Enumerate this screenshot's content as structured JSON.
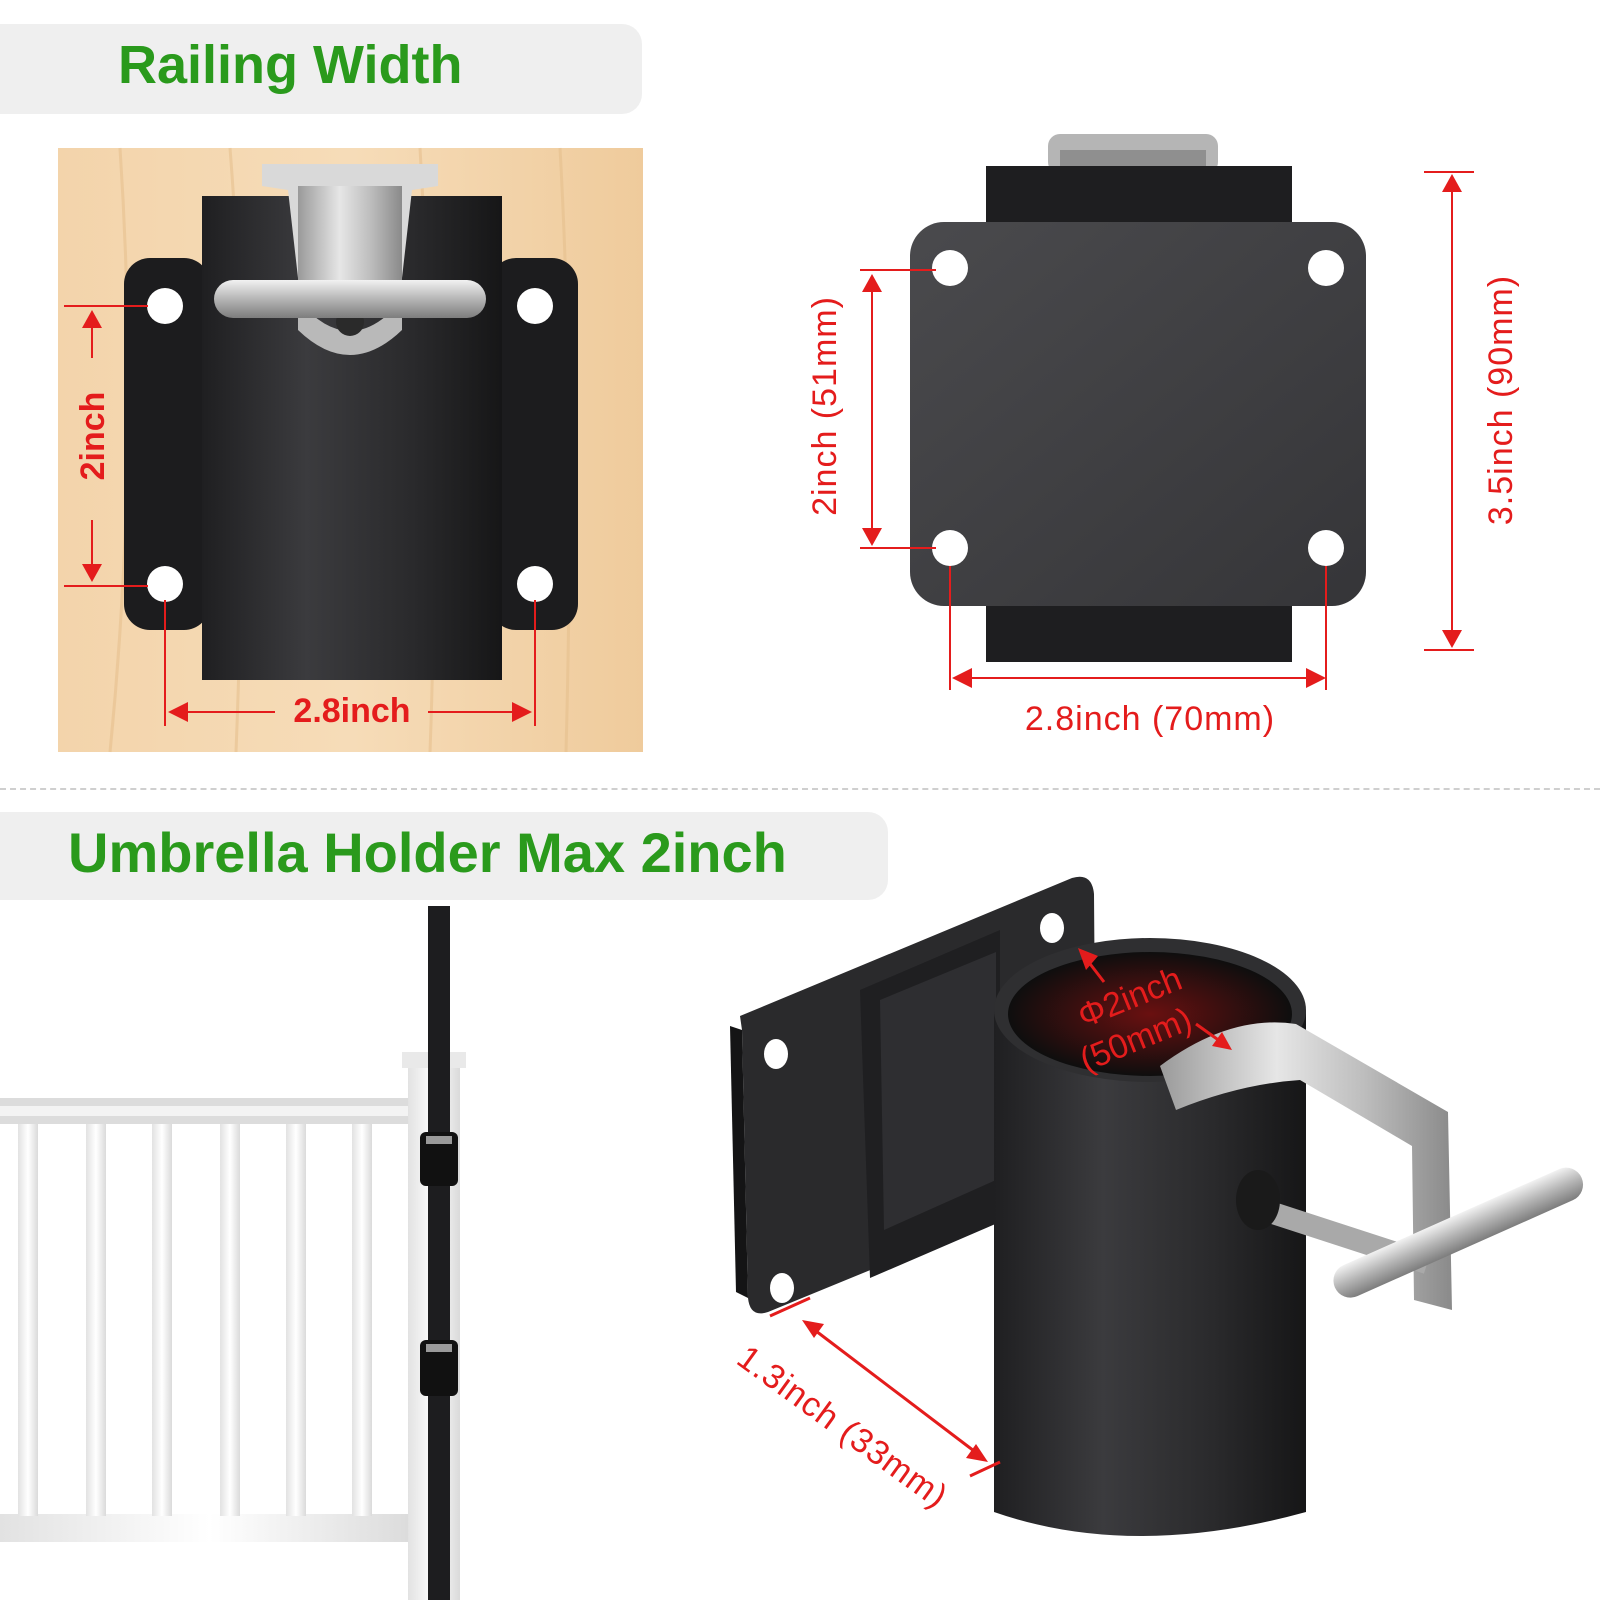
{
  "sections": {
    "railing": {
      "title": "Railing Width"
    },
    "umbrella": {
      "title": "Umbrella Holder Max 2inch"
    }
  },
  "dimensions": {
    "left_height": "2inch",
    "left_width": "2.8inch",
    "right_hole_spacing": "2inch (51mm)",
    "right_height": "3.5inch (90mm)",
    "right_width": "2.8inch (70mm)",
    "diameter_line1": "Φ2inch",
    "diameter_line2": "(50mm)",
    "depth": "1.3inch (33mm)"
  },
  "colors": {
    "title_green": "#2a9a1c",
    "dimension_red": "#e41c1c",
    "bracket_black": "#2b2b2d",
    "wood": "#efcfa6"
  }
}
